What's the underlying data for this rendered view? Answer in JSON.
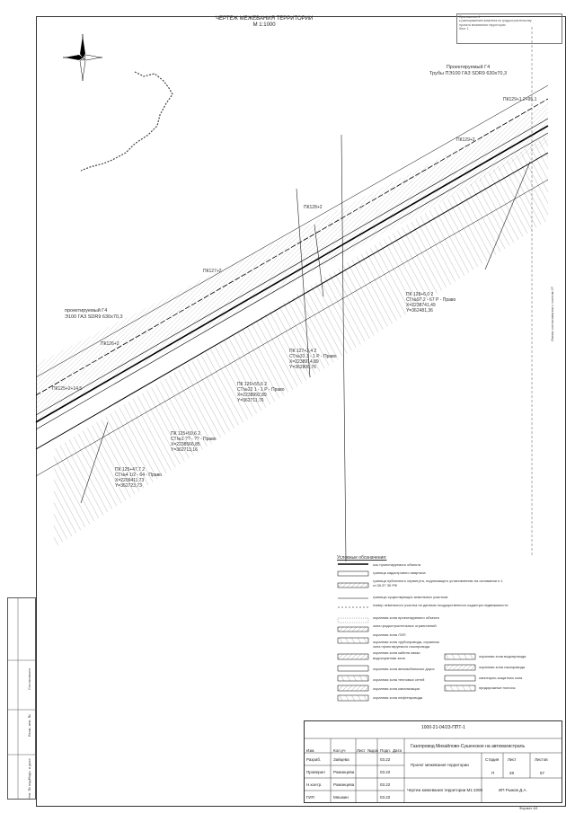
{
  "header": {
    "title": "ЧЕРТЕЖ МЕЖЕВАНИЯ ТЕРРИТОРИИ",
    "scale": "М 1:1000"
  },
  "stamp": {
    "line1": "Приложение 1",
    "line2": "к распоряжению комитета по градостроительству",
    "line3": "проекта межевания территории",
    "line4": "Лист 1"
  },
  "pipe_label": {
    "line1": "Проектируемый Г4",
    "line2": "Трубы ПЭ100 ГАЗ SDR9 630х70,3"
  },
  "pipe_label_left": {
    "line1": "проектируемый Г4",
    "line2": "Э100 ГАЗ SDR9 630х70,3"
  },
  "pickets": {
    "pk129_1": "ПК129+1 2+95,1",
    "pk129": "ПК129+2",
    "pk128": "ПК128+2",
    "pk127": "ПК127+2",
    "pk126": "ПК126+2",
    "pk125": "ПК125+2+14,5"
  },
  "callouts": [
    {
      "l1": "ПК 128+6,0 2",
      "l2": "СТ№97 2 - 67 Р - Право",
      "l3": "Х=2238741,49",
      "l4": "Y=362481,36"
    },
    {
      "l1": "ПК 127+3,4 2",
      "l2": "СТ№31 1 - 1 Р - Право",
      "l3": "Х=2238914,89",
      "l4": "Y=362806,76"
    },
    {
      "l1": "ПК 126+55,6 2",
      "l2": "СТ№22 1 - 1 Р - Право",
      "l3": "Х=2238992,89",
      "l4": "Y=362711,76"
    },
    {
      "l1": "ПК 125+59,6 2",
      "l2": "СТ№1 ?? - ?? - Право",
      "l3": "Х=2238566,85",
      "l4": "Y=362713,16"
    },
    {
      "l1": "ПК 125+47,7 2",
      "l2": "СТ№4 1/2 - 64 - Право",
      "l3": "Х=2209411,73",
      "l4": "Y=362723,73"
    }
  ],
  "legend": {
    "title": "Условные обозначения:",
    "items": [
      "ось проектируемого объекта",
      "граница кадастрового квартала",
      "граница публичного сервитута, подлежащего установлению на основании п.1 ст.39.37 ЗК РФ",
      "границы существующих земельных участков",
      "номер земельного участка по данным государственного кадастра недвижимости",
      "охранная зона проектируемого объекта",
      "зона градостроительных ограничений",
      "охранная зона ЛЭП",
      "охранная зона трубопровода, охранная зона проектируемого газопровода",
      "охранная зона кабеля связи",
      "водоохранная зона",
      "охранная зона водопровода",
      "охранная зона автомобильных дорог",
      "охранная зона тепловых сетей",
      "охранная зона канализации",
      "охранная зона нефтепровода",
      "охранная зона газопровода",
      "санитарно-защитная зона",
      "придорожные полосы"
    ]
  },
  "title_block": {
    "code": "1000-21-04/23-ППТ-1",
    "object": "Газопровод Михайлово-Сушенское на автомагистраль",
    "rows": [
      "Изм.",
      "Кол.уч",
      "Лист",
      "№док",
      "Подп.",
      "Дата"
    ],
    "roles": [
      {
        "role": "Разраб.",
        "name": "Зайцева",
        "date": "03.22"
      },
      {
        "role": "Проверил",
        "name": "Романцева",
        "date": "03.22"
      },
      {
        "role": "Н.контр.",
        "name": "Романцева",
        "date": "03.22"
      },
      {
        "role": "ГИП",
        "name": "Мешкин",
        "date": "03.22"
      }
    ],
    "section": "Проект межевания территории",
    "stage_h": "Стадия",
    "stage": "П",
    "sheet_h": "Лист",
    "sheet": "28",
    "sheets_h": "Листов",
    "sheets": "57",
    "drawing": "Чертеж межевания территории М1:1000",
    "org": "ИП Рыжов Д.А.",
    "format": "Формат А3"
  },
  "sidebar": {
    "s1": "Согласовано",
    "s2": "Взам. инв. №",
    "s3": "Подп. и дата",
    "s4": "Инв. № подл."
  },
  "right_note": "Линия согласования с листом 27"
}
